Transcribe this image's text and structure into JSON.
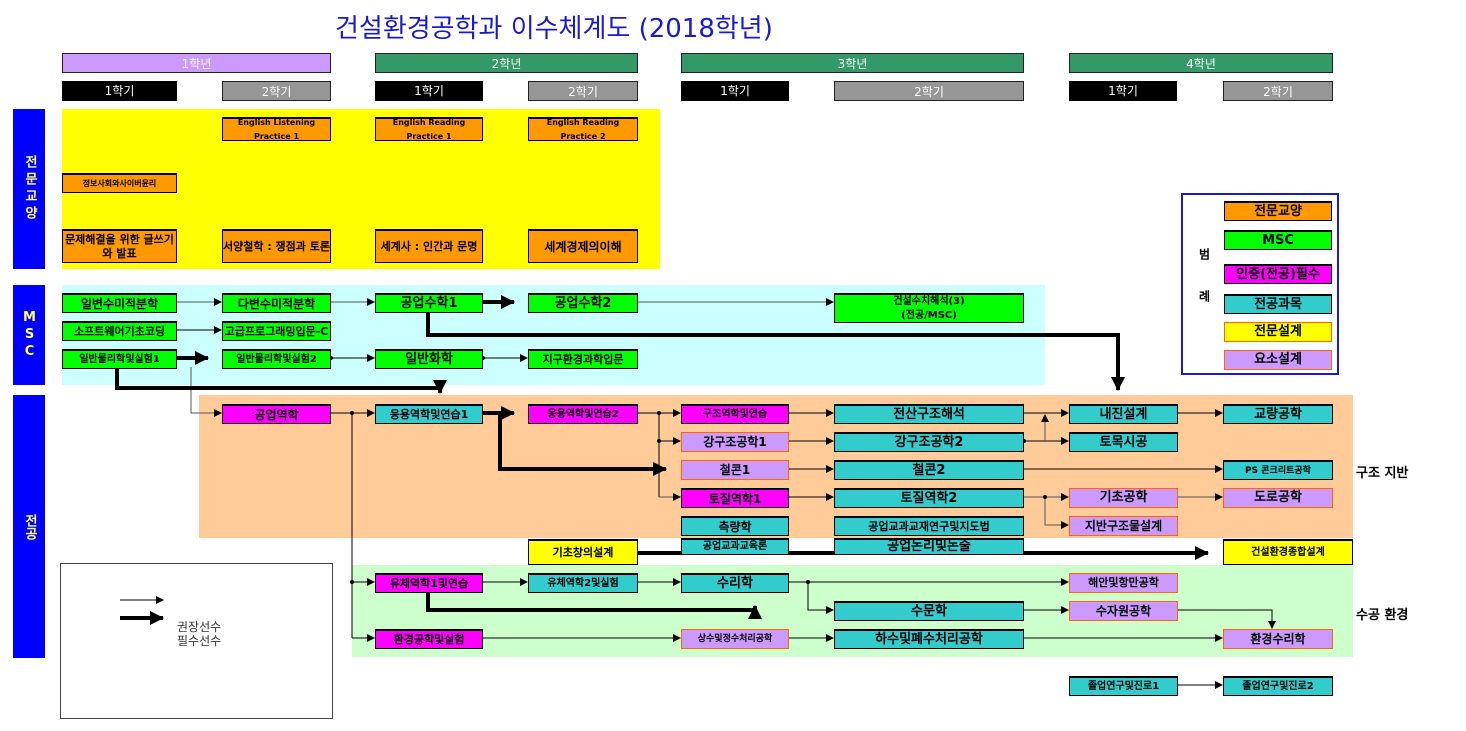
{
  "title": "건설환경공학과 이수체계도 (2018학년)",
  "years": [
    {
      "label": "1학년",
      "color": "#cc99ff"
    },
    {
      "label": "2학년",
      "color": "#339966"
    },
    {
      "label": "3학년",
      "color": "#339966"
    },
    {
      "label": "4학년",
      "color": "#339966"
    }
  ],
  "semesters": [
    "1학기",
    "2학기",
    "1학기",
    "2학기",
    "1학기",
    "2학기",
    "1학기",
    "2학기"
  ],
  "sections": {
    "general": "전문교양",
    "msc": "MSC",
    "major": "전공"
  },
  "general_courses": {
    "info_ethics": "정보사회와사이버윤리",
    "writing": "문제해결을 위한 글쓰기와 발표",
    "eng_listening": "English Listening Practice 1",
    "philosophy": "서양철학 : 쟁점과 토론",
    "eng_reading1": "English Reading Practice 1",
    "world_history": "세계사 : 인간과 문명",
    "eng_reading2": "English Reading Practice 2",
    "world_economy": "세계경제의이해"
  },
  "msc_courses": {
    "calc1": "일변수미적분학",
    "calc2": "다변수미적분학",
    "eng_math1": "공업수학1",
    "eng_math2": "공업수학2",
    "numerical": "건설수치해석(3) (전공/MSC)",
    "sw_coding": "소프트웨어기초코딩",
    "programming": "고급프로그래밍입문-C",
    "physics1": "일반물리학및실험1",
    "physics2": "일반물리학및실험2",
    "chemistry": "일반화학",
    "earth_env": "지구환경과학입문"
  },
  "major_courses": {
    "eng_mechanics": "공업역학",
    "applied_mech1": "응용역학및연습1",
    "applied_mech2": "응용역학및연습2",
    "struct_mech": "구조역학및연습",
    "steel1": "강구조공학1",
    "rc1": "철콘1",
    "soil1": "토질역학1",
    "surveying": "측량학",
    "edu_theory": "공업교과교육론",
    "comp_struct": "전산구조해석",
    "steel2": "강구조공학2",
    "rc2": "철콘2",
    "soil2": "토질역학2",
    "teaching_method": "공업교과교재연구및지도법",
    "logic_writing": "공업논리및논술",
    "seismic": "내진설계",
    "construction": "토목시공",
    "foundation": "기초공학",
    "geo_design": "지반구조물설계",
    "bridge": "교량공학",
    "ps_concrete": "PS 콘크리트공학",
    "road": "도로공학",
    "basic_design": "기초창의설계",
    "capstone": "건설환경종합설계",
    "fluid1": "유체역학1및연습",
    "fluid2": "유체역학2및실험",
    "hydraulics": "수리학",
    "coastal": "해안및항만공학",
    "hydrology": "수문학",
    "water_resources": "수자원공학",
    "env_eng_lab": "환경공학및실험",
    "water_supply": "상수및정수처리공학",
    "wastewater": "하수및폐수처리공학",
    "env_hydraulics": "환경수리학",
    "grad_research1": "졸업연구및진로1",
    "grad_research2": "졸업연구및진로2"
  },
  "tracks": {
    "structure": "구조 지반",
    "water_env": "수공 환경"
  },
  "legend": {
    "title": "범례",
    "items": [
      {
        "label": "전문교양",
        "color": "#ff9900"
      },
      {
        "label": "MSC",
        "color": "#00ff00"
      },
      {
        "label": "인증(전공)필수",
        "color": "#ff00ff"
      },
      {
        "label": "전공과목",
        "color": "#33cccc"
      },
      {
        "label": "전문설계",
        "color": "#ffff00"
      },
      {
        "label": "요소설계",
        "color": "#cc99ff"
      }
    ]
  },
  "arrow_legend": {
    "recommended": "권장선수",
    "required": "필수선수"
  },
  "colors": {
    "general_band": "#ffff00",
    "msc_band": "#ccffff",
    "structure_band": "#ffcc99",
    "water_band": "#ccffcc",
    "side_label": "#0000ff"
  }
}
